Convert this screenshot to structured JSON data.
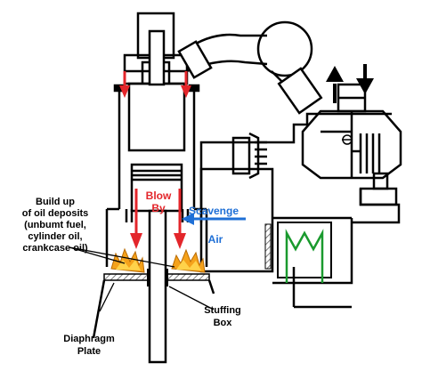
{
  "labels": {
    "deposits_line1": "Build up",
    "deposits_line2": "of oil deposits",
    "deposits_line3": "(unbumt fuel,",
    "deposits_line4": "cylinder oil,",
    "deposits_line5": "crankcase oil)",
    "blow": "Blow",
    "by": "By",
    "scavenge": "Scavenge",
    "air": "Air",
    "stuffing": "Stuffing",
    "box": "Box",
    "diaphragm": "Diaphragm",
    "plate": "Plate"
  },
  "colors": {
    "outline": "#000000",
    "hatch": "#5a5a5a",
    "blowby": "#e3262b",
    "scavenge": "#1e6fd6",
    "cooler_coil": "#1a9a2e",
    "flame": "#f5a21b"
  },
  "icons": [
    "flow-arrow-icon",
    "exhaust-arrow-icon",
    "flame-icon",
    "turbine-icon"
  ]
}
